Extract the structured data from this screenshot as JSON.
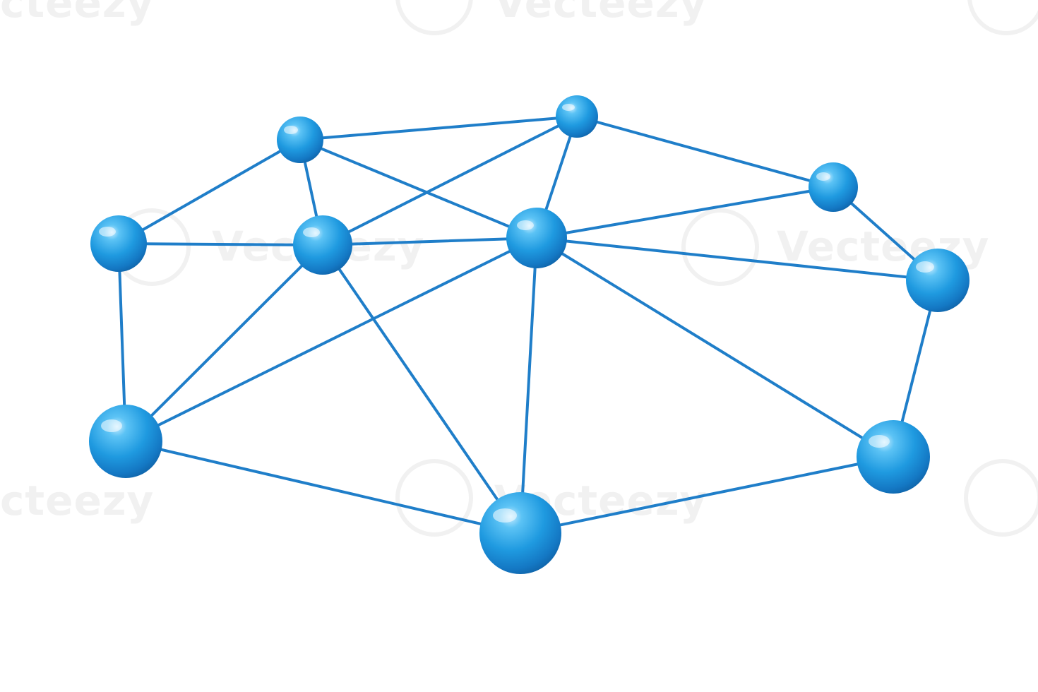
{
  "image": {
    "description_type": "3d-network-graph",
    "node_color": "#2aa0e0",
    "link_color": "#1f7ec9",
    "background": "#ffffff"
  },
  "watermark": {
    "text": "Vecteezy",
    "fragments": [
      "cteezy",
      "Vecteezy",
      "Vecteezy",
      "Vecteezy",
      "cteezy",
      "Vecteezy"
    ]
  }
}
